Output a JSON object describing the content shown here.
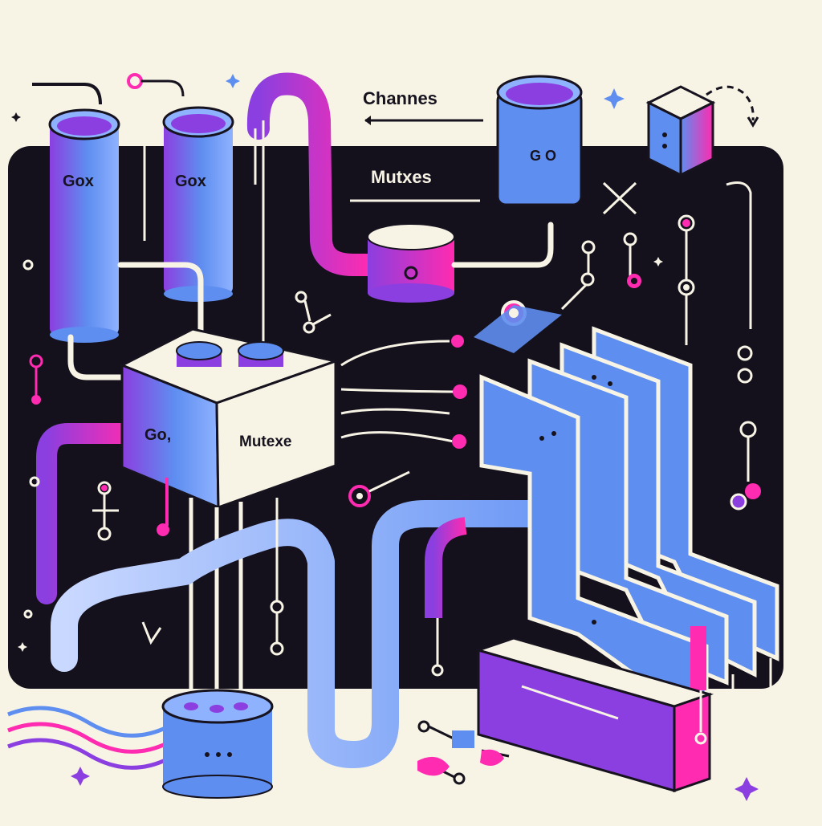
{
  "labels": {
    "tank_left": "Gox",
    "tank_middle": "Gox",
    "tank_right": "G O",
    "block_left": "Go,",
    "block_front": "Mutexe",
    "top_channes": "Channes",
    "top_mutxes": "Mutxes"
  },
  "colors": {
    "background": "#f7f4e6",
    "panel": "#14101c",
    "blue": "#5e8ef0",
    "blue_light": "#8fb2ff",
    "purple": "#8b3fe0",
    "magenta": "#ff2bb0",
    "cream": "#f7f4e6",
    "ink": "#16121e"
  },
  "icons": {
    "channel": "cylinder-icon",
    "mutex": "cube-icon",
    "node": "circle-node-icon"
  }
}
